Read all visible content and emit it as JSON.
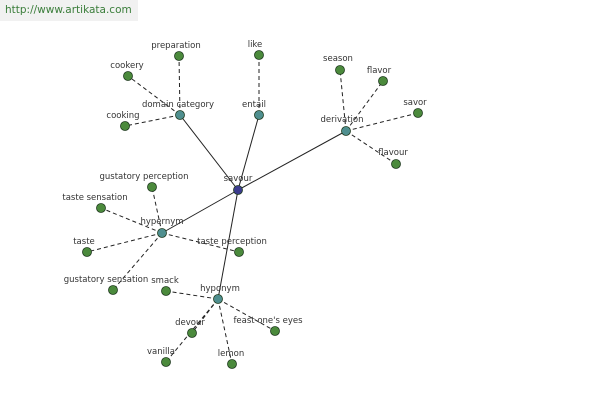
{
  "header": {
    "url": "http://www.artikata.com"
  },
  "colors": {
    "root": "#3c3c8f",
    "relation": "#4f8f8f",
    "leaf": "#4b8a3c",
    "edge": "#222222"
  },
  "graph": {
    "root": "savour",
    "relations": [
      {
        "id": "domain",
        "label": "domain category",
        "words": [
          "preparation",
          "cookery",
          "cooking"
        ]
      },
      {
        "id": "entail",
        "label": "entail",
        "words": [
          "like"
        ]
      },
      {
        "id": "derivation",
        "label": "derivation",
        "words": [
          "season",
          "flavor",
          "savor",
          "flavour"
        ]
      },
      {
        "id": "hypernym",
        "label": "hypernym",
        "words": [
          "gustatory perception",
          "taste sensation",
          "taste",
          "gustatory sensation",
          "taste perception"
        ]
      },
      {
        "id": "hyponym",
        "label": "hyponym",
        "words": [
          "smack",
          "devour",
          "feast one's eyes",
          "vanilla",
          "lemon"
        ]
      }
    ]
  }
}
